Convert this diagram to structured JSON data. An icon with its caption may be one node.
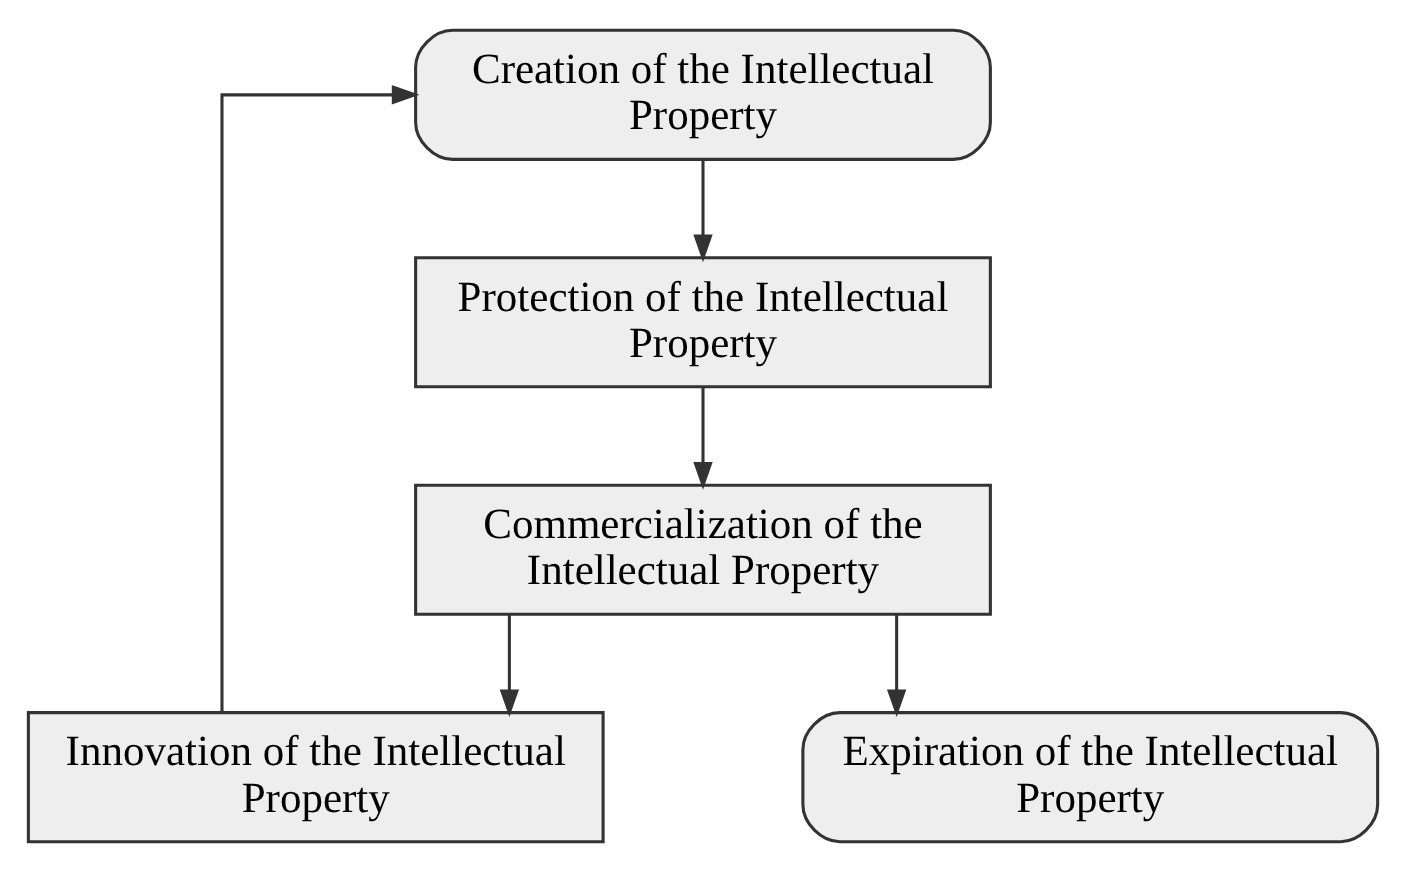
{
  "diagram": {
    "nodes": [
      {
        "text": [
          "Creation of the Intellectual Property"
        ]
      },
      {
        "text": [
          "Protection of the Intellectual Property"
        ]
      },
      {
        "text": [
          "Commercialization of the Intellectual Property"
        ]
      },
      {
        "text": [
          "Innovation of the Intellectual Property"
        ]
      },
      {
        "text": [
          "Expiration of the Intellectual Property"
        ]
      }
    ],
    "edges": [
      {
        "from": 0,
        "to": 1,
        "arrow": "to"
      },
      {
        "from": 1,
        "to": 2,
        "arrow": "to"
      },
      {
        "from": 2,
        "to": 3,
        "arrow": "to"
      },
      {
        "from": 2,
        "to": 4,
        "arrow": "to"
      },
      {
        "from": 3,
        "to": 0,
        "arrow": "to"
      }
    ]
  }
}
